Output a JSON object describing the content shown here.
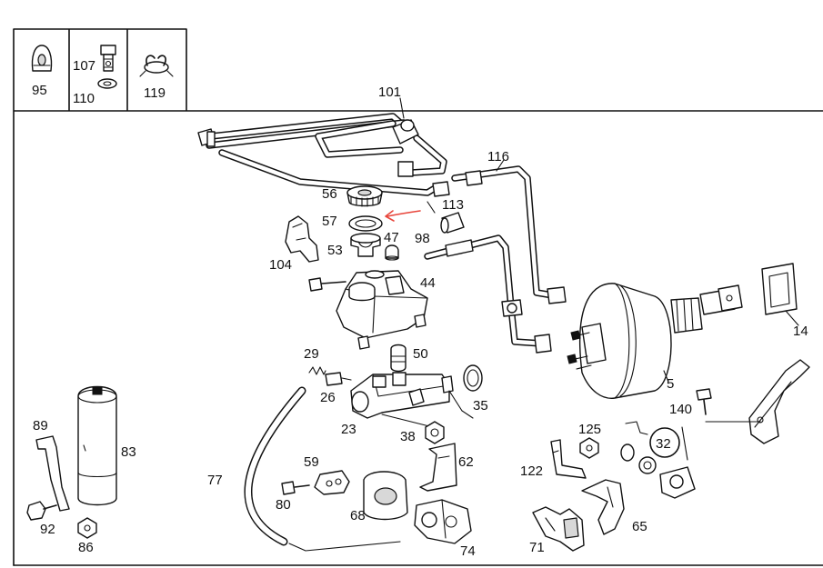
{
  "diagram": {
    "callouts": {
      "c95": "95",
      "c107": "107",
      "c110": "110",
      "c119": "119",
      "c101": "101",
      "c116": "116",
      "c56": "56",
      "c113": "113",
      "c57": "57",
      "c53": "53",
      "c47": "47",
      "c98": "98",
      "c104": "104",
      "c44": "44",
      "c14": "14",
      "c29": "29",
      "c50": "50",
      "c26": "26",
      "c35": "35",
      "c5": "5",
      "c140": "140",
      "c23": "23",
      "c38": "38",
      "c125": "125",
      "c32": "32",
      "c89": "89",
      "c83": "83",
      "c62": "62",
      "c59": "59",
      "c122": "122",
      "c77": "77",
      "c80": "80",
      "c68": "68",
      "c65": "65",
      "c92": "92",
      "c86": "86",
      "c74": "74",
      "c71": "71"
    },
    "arrow_color": "#e8463c",
    "line_color": "#111111",
    "background": "#ffffff"
  }
}
